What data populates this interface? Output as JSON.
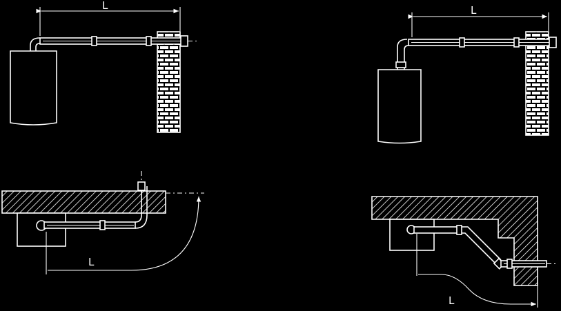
{
  "diagram": {
    "labels": {
      "top_left": "L",
      "top_right": "L",
      "bottom_left": "L",
      "bottom_right": "L"
    },
    "colors": {
      "background": "#000000",
      "line": "#ffffff"
    }
  }
}
